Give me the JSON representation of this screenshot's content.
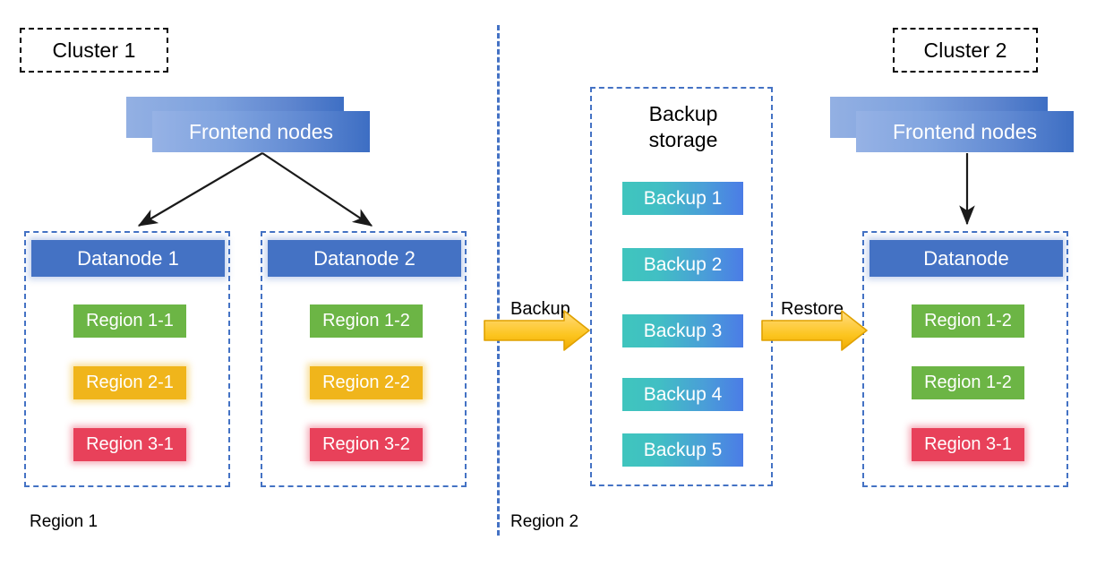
{
  "diagram": {
    "title_left": "Cluster 1",
    "title_right": "Cluster 2",
    "region_label_left": "Region 1",
    "region_label_right": "Region 2"
  },
  "cluster1": {
    "label": "Cluster 1",
    "frontend": {
      "label": "Frontend nodes"
    },
    "datanodes": [
      {
        "head": "Datanode 1",
        "regions": [
          {
            "label": "Region 1-1",
            "color": "#6cb545",
            "tone": "green"
          },
          {
            "label": "Region 2-1",
            "color": "#f0b51b",
            "tone": "yellow"
          },
          {
            "label": "Region 3-1",
            "color": "#e8415a",
            "tone": "red"
          }
        ]
      },
      {
        "head": "Datanode 2",
        "regions": [
          {
            "label": "Region 1-2",
            "color": "#6cb545",
            "tone": "green"
          },
          {
            "label": "Region 2-2",
            "color": "#f0b51b",
            "tone": "yellow"
          },
          {
            "label": "Region 3-2",
            "color": "#e8415a",
            "tone": "red"
          }
        ]
      }
    ]
  },
  "backup_storage": {
    "title_line1": "Backup",
    "title_line2": "storage",
    "items": [
      {
        "label": "Backup 1"
      },
      {
        "label": "Backup 2"
      },
      {
        "label": "Backup 3"
      },
      {
        "label": "Backup 4"
      },
      {
        "label": "Backup 5"
      }
    ]
  },
  "cluster2": {
    "label": "Cluster 2",
    "frontend": {
      "label": "Frontend nodes"
    },
    "datanodes": [
      {
        "head": "Datanode",
        "regions": [
          {
            "label": "Region 1-2",
            "color": "#6cb545",
            "tone": "green"
          },
          {
            "label": "Region 1-2",
            "color": "#6cb545",
            "tone": "green"
          },
          {
            "label": "Region 3-1",
            "color": "#e8415a",
            "tone": "red"
          }
        ]
      }
    ]
  },
  "flows": [
    {
      "label": "Backup"
    },
    {
      "label": "Restore"
    }
  ],
  "colors": {
    "dashed_blue": "#4472c4",
    "datanode_blue": "#4472c4",
    "frontend_blue_light": "#93b0e3",
    "frontend_blue_dark": "#3d6ec3",
    "backup_teal": "#3fc5bd",
    "backup_blue": "#4b7ce6",
    "arrow_yellow": "#ffd24d",
    "arrow_yellow_dark": "#e8a900",
    "region_green": "#6cb545",
    "region_yellow": "#f0b51b",
    "region_red": "#e8415a",
    "line_black": "#1a1a1a"
  }
}
